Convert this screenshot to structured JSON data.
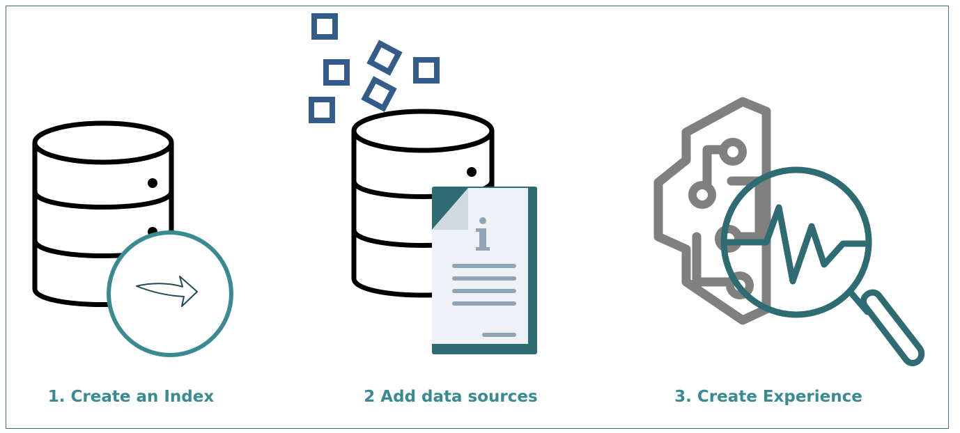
{
  "steps": [
    {
      "label": "1. Create an Index",
      "icon": "database-arrow-icon"
    },
    {
      "label": "2 Add data sources",
      "icon": "database-document-icon"
    },
    {
      "label": "3. Create Experience",
      "icon": "chip-magnifier-icon"
    }
  ],
  "colors": {
    "label": "#3a8a92",
    "teal": "#3a8a92",
    "dark_teal": "#2e6b72",
    "blue": "#345c8a",
    "gray": "#808080",
    "black": "#000000",
    "border": "#3a6f75"
  }
}
